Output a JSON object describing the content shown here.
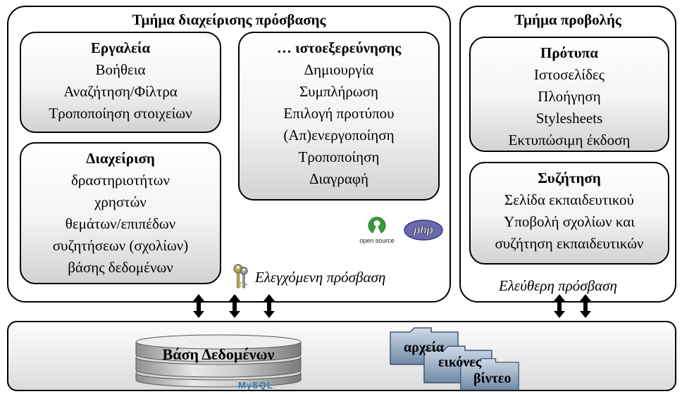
{
  "access_panel": {
    "title": "Τμήμα διαχείρισης πρόσβασης",
    "tools": {
      "title": "Εργαλεία",
      "items": [
        "Βοήθεια",
        "Αναζήτηση/Φίλτρα",
        "Τροποποίηση στοιχείων"
      ]
    },
    "management": {
      "title": "Διαχείριση",
      "items": [
        "δραστηριοτήτων",
        "χρηστών",
        "θεμάτων/επιπέδων",
        "συζητήσεων (σχολίων)",
        "βάσης δεδομένων"
      ]
    },
    "browsing": {
      "title": "… ιστοεξερεύνησης",
      "items": [
        "Δημιουργία",
        "Συμπλήρωση",
        "Επιλογή προτύπου",
        "(Απ)ενεργοποίηση",
        "Τροποποίηση",
        "Διαγραφή"
      ]
    },
    "access_label": "Ελεγχόμενη πρόσβαση",
    "logos": {
      "opensource": "open source",
      "php": "php"
    }
  },
  "view_panel": {
    "title": "Τμήμα προβολής",
    "templates": {
      "title": "Πρότυπα",
      "items": [
        "Ιστοσελίδες",
        "Πλοήγηση",
        "Stylesheets",
        "Εκτυπώσιμη έκδοση"
      ]
    },
    "discussion": {
      "title": "Συζήτηση",
      "items": [
        "Σελίδα εκπαιδευτικού",
        "Υποβολή σχολίων και",
        "συζήτηση εκπαιδευτικών"
      ]
    },
    "access_label": "Ελεύθερη πρόσβαση"
  },
  "storage": {
    "database_label": "Βάση Δεδομένων",
    "mysql_logo": {
      "main": "MySQL",
      "dot": "."
    },
    "folders": [
      "αρχεία",
      "εικόνες",
      "βίντεο"
    ]
  }
}
